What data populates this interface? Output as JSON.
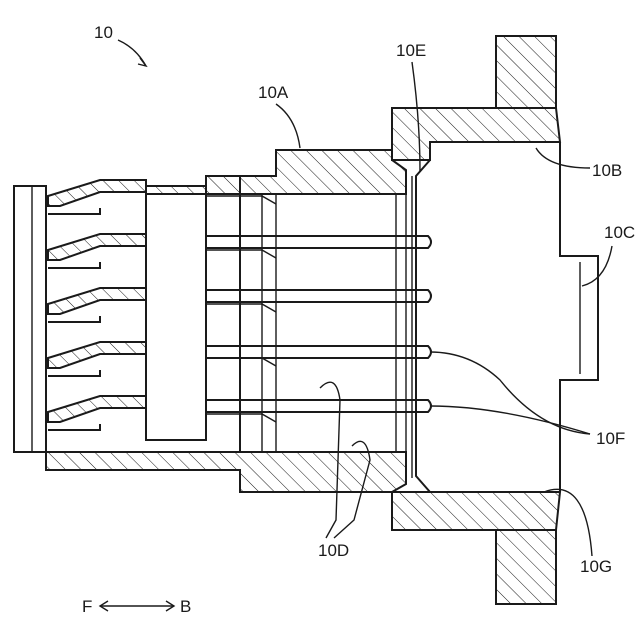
{
  "labels": {
    "ref_10": "10",
    "ref_10A": "10A",
    "ref_10B": "10B",
    "ref_10C": "10C",
    "ref_10D": "10D",
    "ref_10E": "10E",
    "ref_10F": "10F",
    "ref_10G": "10G",
    "dir_F": "F",
    "dir_B": "B"
  }
}
